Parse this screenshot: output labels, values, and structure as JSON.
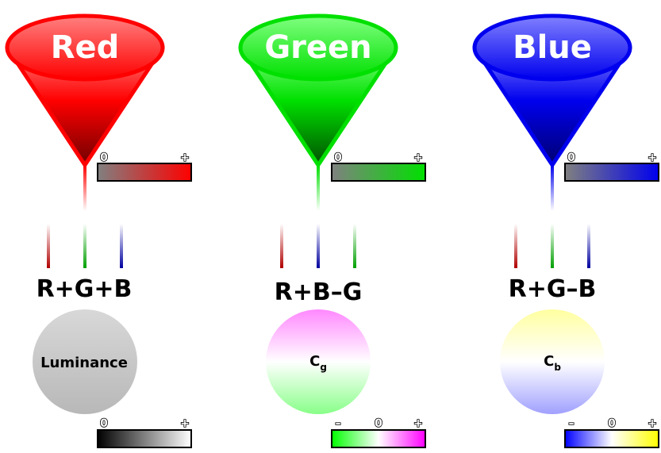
{
  "colors": {
    "red": "#ff0000",
    "green": "#00e000",
    "blue": "#0000ee",
    "yellow": "#ffff00",
    "magenta": "#ff00ff",
    "gray": "#808080"
  },
  "cones": [
    {
      "title": "Red",
      "color": "#ff0000",
      "light": "#ff8080",
      "dark": "#700000"
    },
    {
      "title": "Green",
      "color": "#00e000",
      "light": "#80ff80",
      "dark": "#005000"
    },
    {
      "title": "Blue",
      "color": "#0000ee",
      "light": "#8080ff",
      "dark": "#000070"
    }
  ],
  "input_scales": [
    {
      "zero": "0",
      "plus": "+",
      "end_color": "#ff0000"
    },
    {
      "zero": "0",
      "plus": "+",
      "end_color": "#00e000"
    },
    {
      "zero": "0",
      "plus": "+",
      "end_color": "#0000ee"
    }
  ],
  "channels": [
    {
      "formula": "R+G+B",
      "wire_colors": [
        "#b00000",
        "#00a000",
        "#0000a0"
      ],
      "circle_label": "Luminance",
      "circle_sub": ""
    },
    {
      "formula": "R+B–G",
      "wire_colors": [
        "#b00000",
        "#0000a0",
        "#00a000"
      ],
      "circle_label": "C",
      "circle_sub": "g"
    },
    {
      "formula": "R+G–B",
      "wire_colors": [
        "#b00000",
        "#00a000",
        "#0000a0"
      ],
      "circle_label": "C",
      "circle_sub": "b"
    }
  ],
  "output_scales": [
    {
      "minus": "",
      "zero": "0",
      "plus": "+",
      "stops": [
        "#000000",
        "#ffffff"
      ]
    },
    {
      "minus": "–",
      "zero": "0",
      "plus": "+",
      "stops": [
        "#00ff00",
        "#ffffff",
        "#ff00ff"
      ]
    },
    {
      "minus": "–",
      "zero": "0",
      "plus": "+",
      "stops": [
        "#0000ff",
        "#ffffff",
        "#ffff00"
      ]
    }
  ],
  "circle_fills": [
    {
      "top": "#d8d8d8",
      "bottom": "#b8b8b8"
    },
    {
      "top": "#ff88ff",
      "bottom": "#88ff88"
    },
    {
      "top": "#ffffa0",
      "bottom": "#a0a0ff"
    }
  ]
}
